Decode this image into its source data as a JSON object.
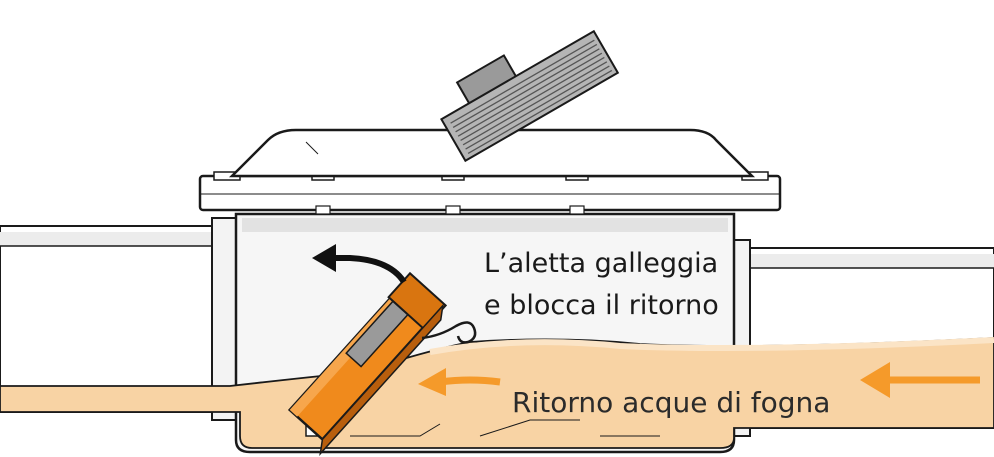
{
  "callout": {
    "line1": "L’aletta galleggia",
    "line2": "e blocca il ritorno"
  },
  "flow_label": "Ritorno acque di fogna",
  "colors": {
    "outline": "#1a1a1a",
    "pipe_fill": "#ffffff",
    "pipe_shade": "#e9e9e9",
    "cover_grey": "#9a9a9a",
    "sewage_fill": "#f8d3a4",
    "flap_orange": "#f08a1c",
    "flap_dark": "#b85e0d",
    "arrow_orange": "#f59a2a",
    "arrow_black": "#111111"
  }
}
